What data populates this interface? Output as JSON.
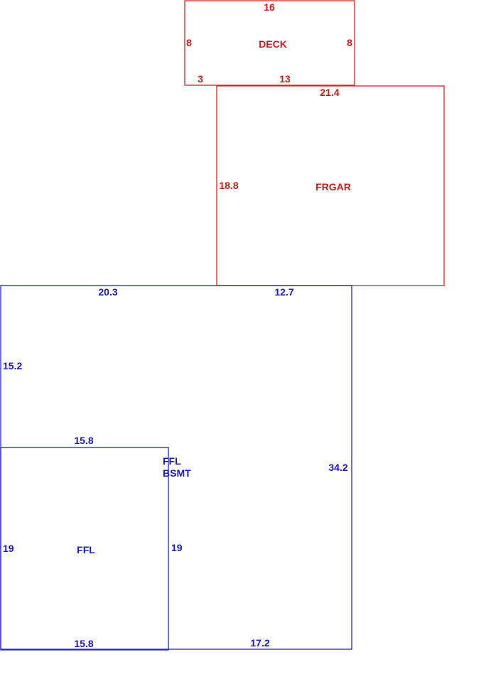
{
  "colors": {
    "upper_area": "#e02020",
    "lower_area": "#2020e0"
  },
  "deck": {
    "name": "DECK",
    "top": "16",
    "left": "8",
    "right": "8",
    "bottom_left": "3",
    "bottom_right": "13"
  },
  "garage": {
    "name": "FRGAR",
    "top": "21.4",
    "left": "18.8"
  },
  "basement": {
    "name_line1": "FFL",
    "name_line2": "BSMT",
    "top_left": "20.3",
    "top_right": "12.7",
    "left_upper": "15.2",
    "right": "34.2",
    "bottom": "17.2"
  },
  "ffl": {
    "name": "FFL",
    "top": "15.8",
    "left": "19",
    "right": "19",
    "bottom": "15.8"
  }
}
